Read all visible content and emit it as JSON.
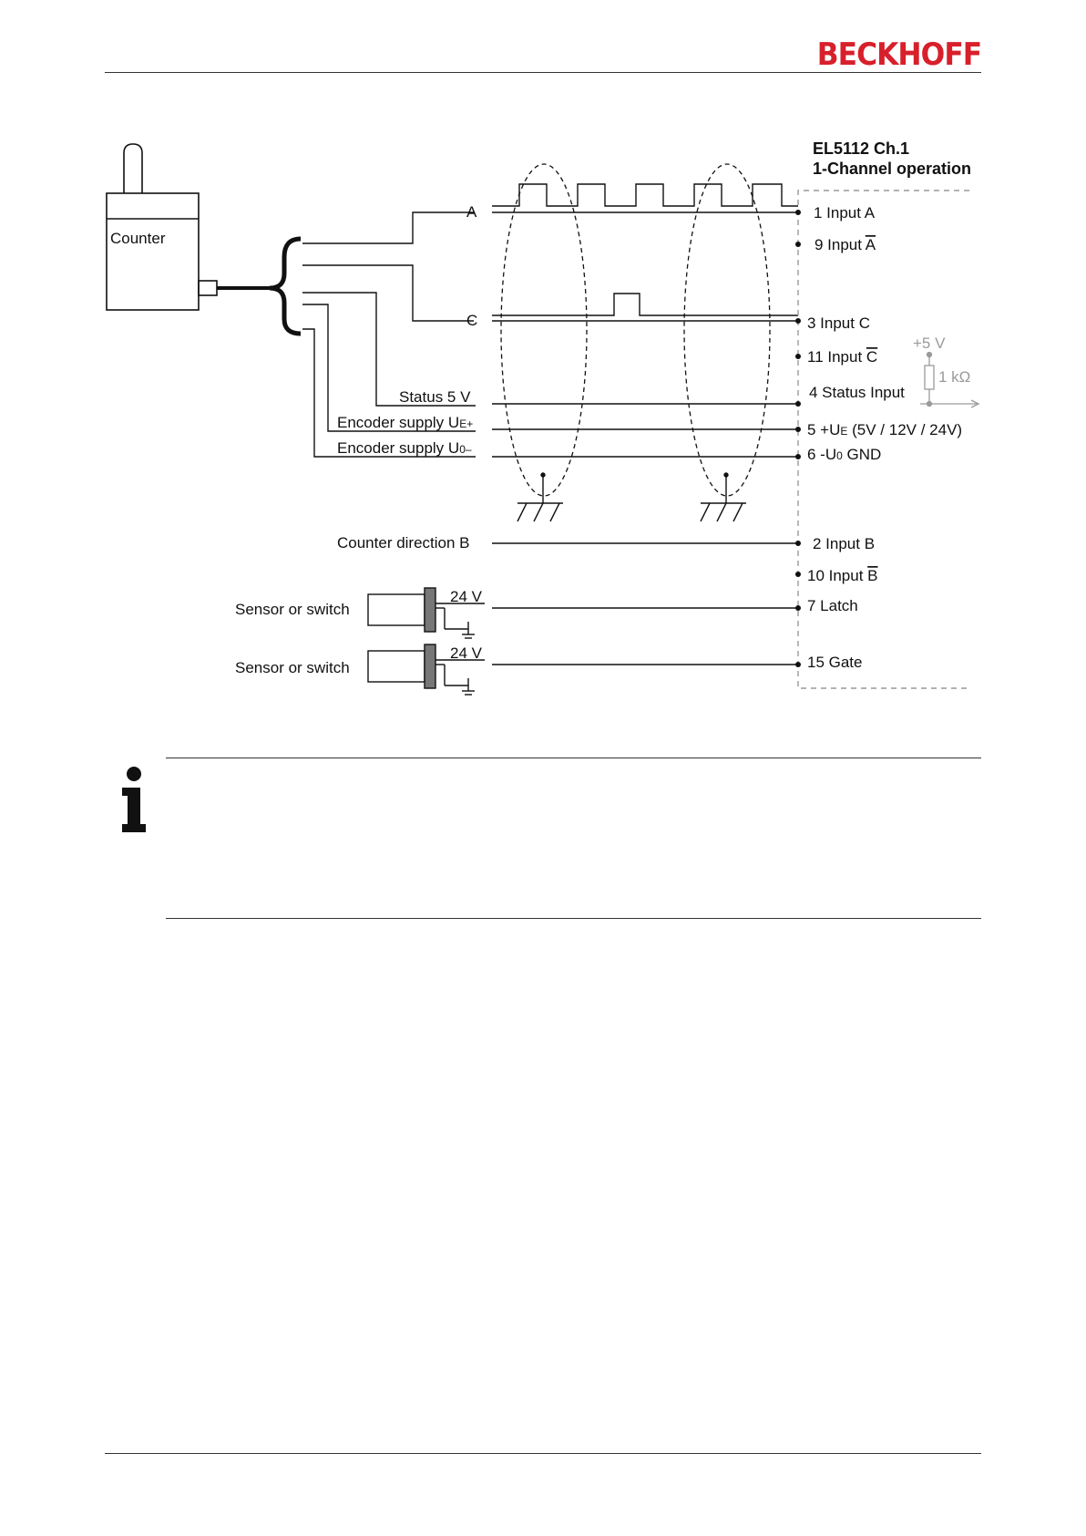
{
  "header": {
    "brand": "BECKHOFF",
    "brand_color": "#d7202b"
  },
  "diagram": {
    "title_line1": "EL5112 Ch.1",
    "title_line2": "1-Channel operation",
    "encoder_label": "Counter",
    "signal_labels": {
      "a": "A",
      "c": "C",
      "status": "Status 5 V",
      "supply_plus": "Encoder supply U",
      "supply_plus_sub": "E+",
      "supply_minus": "Encoder supply U",
      "supply_minus_sub": "0–",
      "counter_direction": "Counter direction  B",
      "sensor1": "Sensor or switch",
      "sensor2": "Sensor or switch",
      "sensor_voltage1": "24 V",
      "sensor_voltage2": "24 V"
    },
    "terminals": {
      "t1": "1  Input A",
      "t9_prefix": "9  Input ",
      "t9_bar": "A",
      "t3": "3   Input C",
      "t11_prefix": "11 Input ",
      "t11_bar": "C",
      "t4": "4  Status Input",
      "t5_prefix": "5  +U",
      "t5_sub": "E",
      "t5_suffix": " (5V / 12V / 24V)",
      "t6_prefix": "6  -U",
      "t6_sub": "0",
      "t6_suffix": "  GND",
      "t2": "2  Input B",
      "t10_prefix": "10 Input ",
      "t10_bar": "B",
      "t7": "7  Latch",
      "t15": "15 Gate"
    },
    "pullup": {
      "voltage": "+5 V",
      "resistor": "1 kΩ"
    }
  },
  "note": {
    "icon": "info-icon"
  }
}
